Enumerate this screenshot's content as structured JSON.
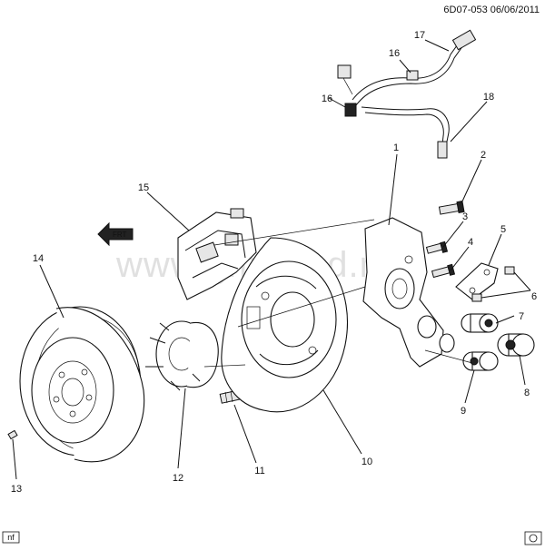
{
  "header": {
    "code_date": "6D07-053  06/06/2011"
  },
  "watermark": "www.gmsklad.ru",
  "frt_label": "FRT",
  "corner_tag": "nf",
  "callouts": [
    "1",
    "2",
    "3",
    "4",
    "5",
    "6",
    "7",
    "8",
    "9",
    "10",
    "11",
    "12",
    "13",
    "14",
    "15",
    "16",
    "16",
    "17",
    "18"
  ]
}
